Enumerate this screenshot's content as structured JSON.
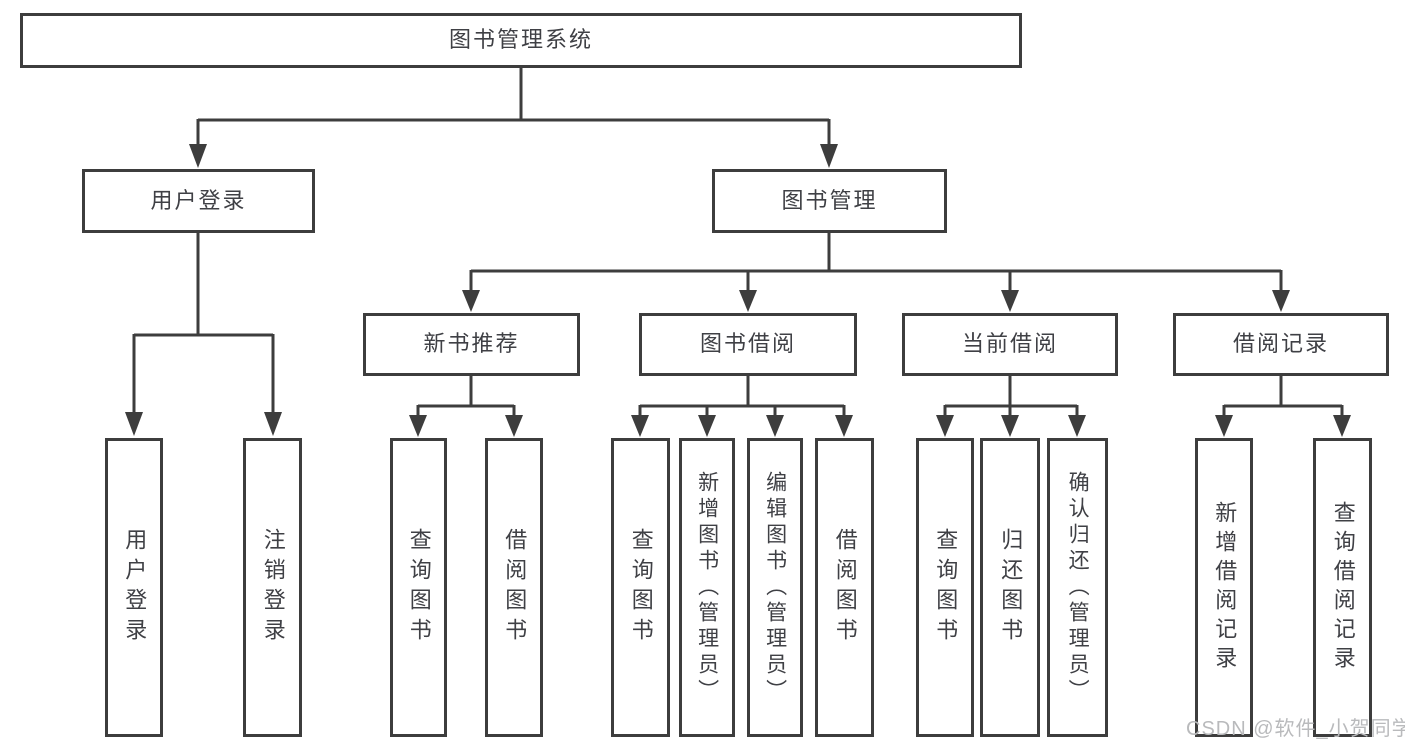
{
  "diagram_title": "图书管理系统",
  "tree": {
    "root": "图书管理系统",
    "branches": [
      {
        "label": "用户登录",
        "children": [
          "用户登录",
          "注销登录"
        ]
      },
      {
        "label": "图书管理",
        "children": [
          {
            "label": "新书推荐",
            "children": [
              "查询图书",
              "借阅图书"
            ]
          },
          {
            "label": "图书借阅",
            "children": [
              "查询图书",
              "新增图书（管理员）",
              "编辑图书（管理员）",
              "借阅图书"
            ]
          },
          {
            "label": "当前借阅",
            "children": [
              "查询图书",
              "归还图书",
              "确认归还（管理员）"
            ]
          },
          {
            "label": "借阅记录",
            "children": [
              "新增借阅记录",
              "查询借阅记录"
            ]
          }
        ]
      }
    ]
  },
  "watermark": {
    "text": "CSDN @软件_小贺同学"
  },
  "colors": {
    "line": "#3d3d3d",
    "box_border": "#3d3d3d",
    "text": "#3f4045",
    "watermark": "#b9babc",
    "background": "#ffffff"
  }
}
